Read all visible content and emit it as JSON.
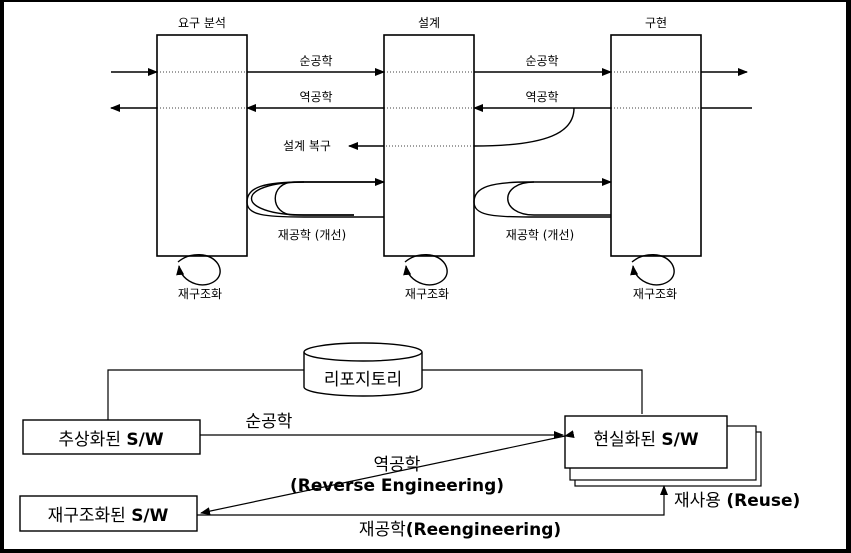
{
  "top": {
    "phases": [
      "요구 분석",
      "설계",
      "구현"
    ],
    "forward": [
      "순공학",
      "순공학"
    ],
    "reverse": [
      "역공학",
      "역공학"
    ],
    "design_recovery": "설계 복구",
    "reengineering": [
      "재공학 (개선)",
      "재공학 (개선)"
    ],
    "restructuring": [
      "재구조화",
      "재구조화",
      "재구조화"
    ]
  },
  "bottom": {
    "repository": "리포지토리",
    "abstract_sw": {
      "prefix": "추상화된 ",
      "bold": "S/W"
    },
    "realized_sw": {
      "prefix": "현실화된 ",
      "bold": "S/W"
    },
    "restructured_sw": {
      "prefix": "재구조화된 ",
      "bold": "S/W"
    },
    "forward_label": "순공학",
    "reverse_label": "역공학",
    "reverse_en": "(Reverse Engineering)",
    "reuse_prefix": "재사용 ",
    "reuse_en": "(Reuse)",
    "reeng_prefix": "재공학",
    "reeng_en": "(Reengineering)"
  }
}
